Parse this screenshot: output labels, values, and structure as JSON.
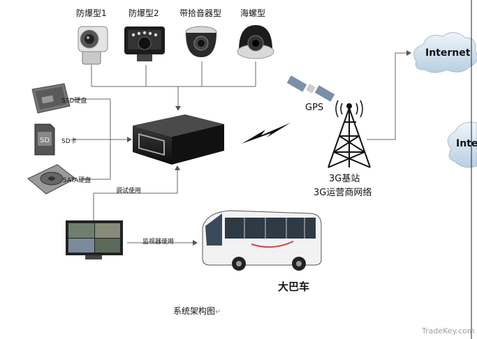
{
  "cameras": [
    {
      "label": "防爆型1",
      "icon": "explosion-proof-camera-icon"
    },
    {
      "label": "防爆型2",
      "icon": "explosion-proof-ir-camera-icon"
    },
    {
      "label": "带拾音器型",
      "icon": "dome-camera-with-mic-icon"
    },
    {
      "label": "海螺型",
      "icon": "conch-dome-camera-icon"
    }
  ],
  "storage": [
    {
      "label": "SSD硬盘",
      "icon": "ssd-drive-icon"
    },
    {
      "label": "SD卡",
      "icon": "sd-card-icon"
    },
    {
      "label": "SATA硬盘",
      "icon": "sata-hdd-icon"
    }
  ],
  "sd_card_text": "SD",
  "debug_label": "调试使用",
  "monitor_label": "监视器使用",
  "bus_label": "大巴车",
  "gps_label": "GPS",
  "base_station_label": "3G基站",
  "operator_network_label": "3G运营商网络",
  "internet_labels": [
    "Internet",
    "Inte"
  ],
  "caption": "系统架构图",
  "caption_mark": "↵",
  "watermark": "TradeKey.com"
}
